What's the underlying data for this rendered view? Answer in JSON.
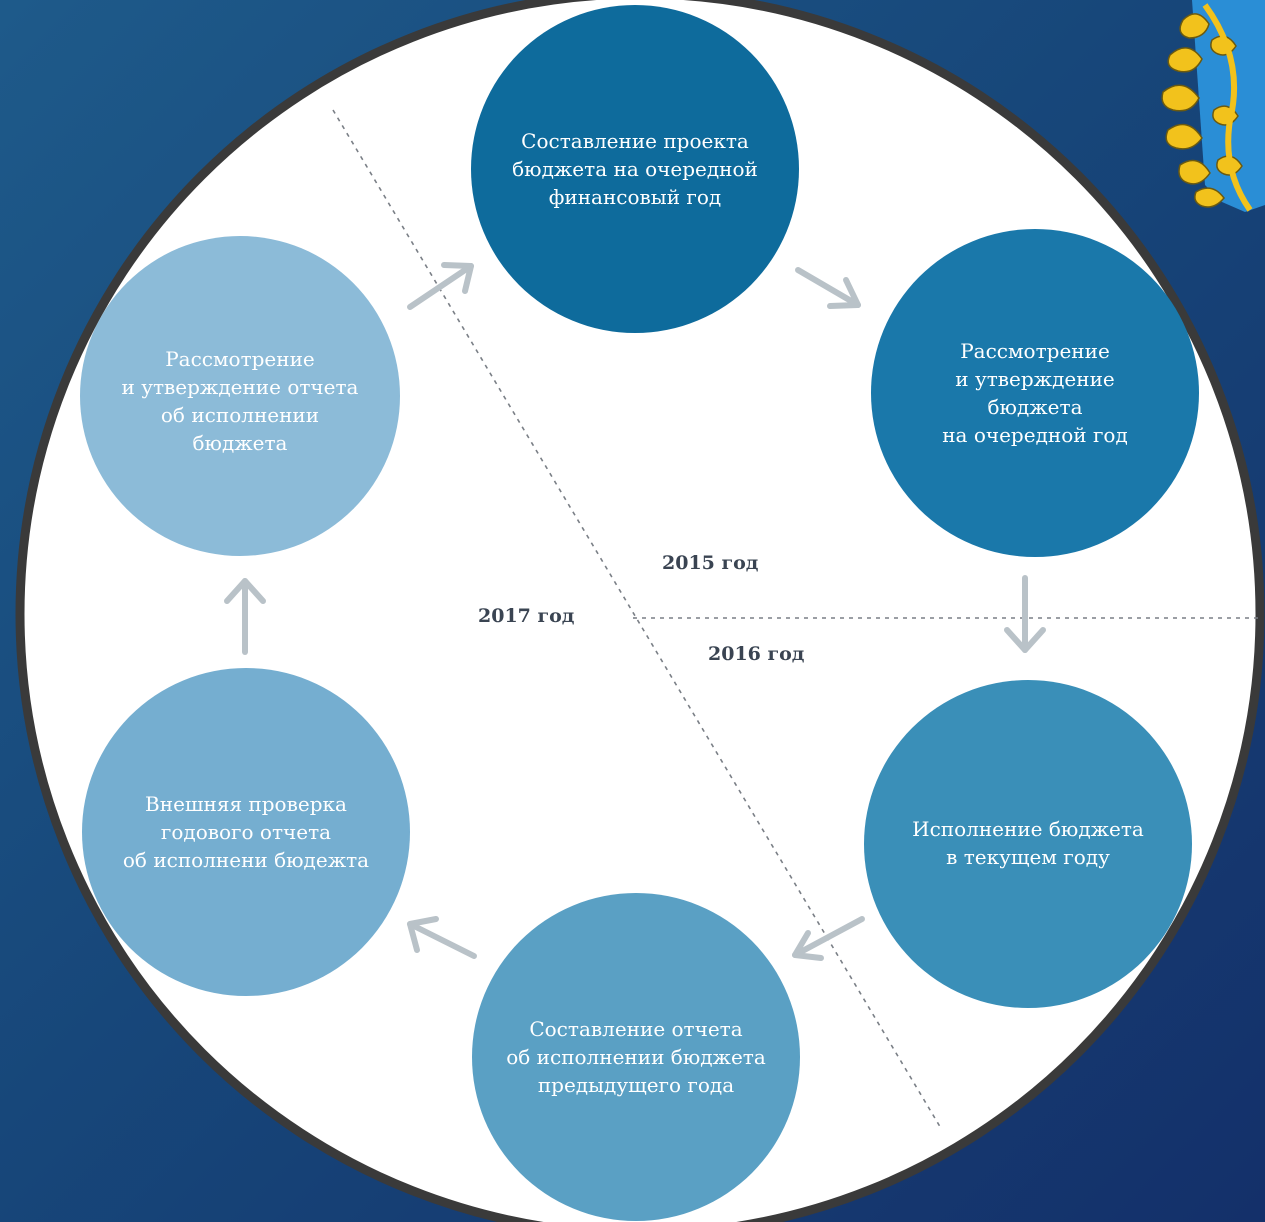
{
  "diagram": {
    "stages": [
      {
        "label": "Составление проекта\nбюджета на очередной\nфинансовый год",
        "color": "#0e6b9c"
      },
      {
        "label": "Рассмотрение\nи утверждение\nбюджета\nна очередной год",
        "color": "#1a78aa"
      },
      {
        "label": "Исполнение бюджета\nв текущем году",
        "color": "#3a8fb8"
      },
      {
        "label": "Составление отчета\nоб исполнении бюджета\nпредыдущего года",
        "color": "#5aa0c4"
      },
      {
        "label": "Внешняя проверка\nгодового отчета\nоб исполнени бюдежта",
        "color": "#75aed0"
      },
      {
        "label": "Рассмотрение\nи утверждение отчета\nоб исполнении\nбюджета",
        "color": "#8cbbd8"
      }
    ],
    "years": {
      "y2015": "2015 год",
      "y2016": "2016 год",
      "y2017": "2017 год"
    },
    "colors": {
      "background": "#1a4f82",
      "disc": "#ffffff",
      "ring": "#3a3a3a",
      "arrow": "#b9c2c8",
      "divider": "#7a7f86"
    },
    "emblem": "coat-of-arms-oak-leaves"
  }
}
